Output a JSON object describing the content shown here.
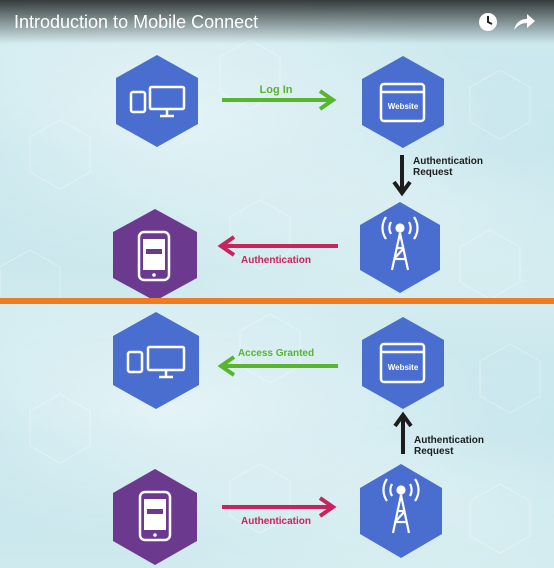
{
  "video": {
    "title": "Introduction to Mobile Connect",
    "watch_later_icon": "clock-icon",
    "share_icon": "share-arrow-icon"
  },
  "colors": {
    "blue_hex": "#4a6ed0",
    "purple_hex": "#6b3a8e",
    "green_arrow": "#58b530",
    "magenta_arrow": "#c8235c",
    "dark_arrow": "#1d1d1d",
    "divider": "#f07c22"
  },
  "top_diagram": {
    "devices_icon": "desktop-and-tablet-icon",
    "website_label": "Website",
    "login_label": "Log In",
    "auth_request_line1": "Authentication",
    "auth_request_line2": "Request",
    "tower_icon": "cell-tower-icon",
    "phone_icon": "smartphone-icon",
    "authentication_label": "Authentication"
  },
  "bottom_diagram": {
    "devices_icon": "desktop-and-tablet-icon",
    "website_label": "Website",
    "access_granted_label": "Access Granted",
    "auth_request_line1": "Authentication",
    "auth_request_line2": "Request",
    "tower_icon": "cell-tower-icon",
    "phone_icon": "smartphone-icon",
    "authentication_label": "Authentication"
  }
}
